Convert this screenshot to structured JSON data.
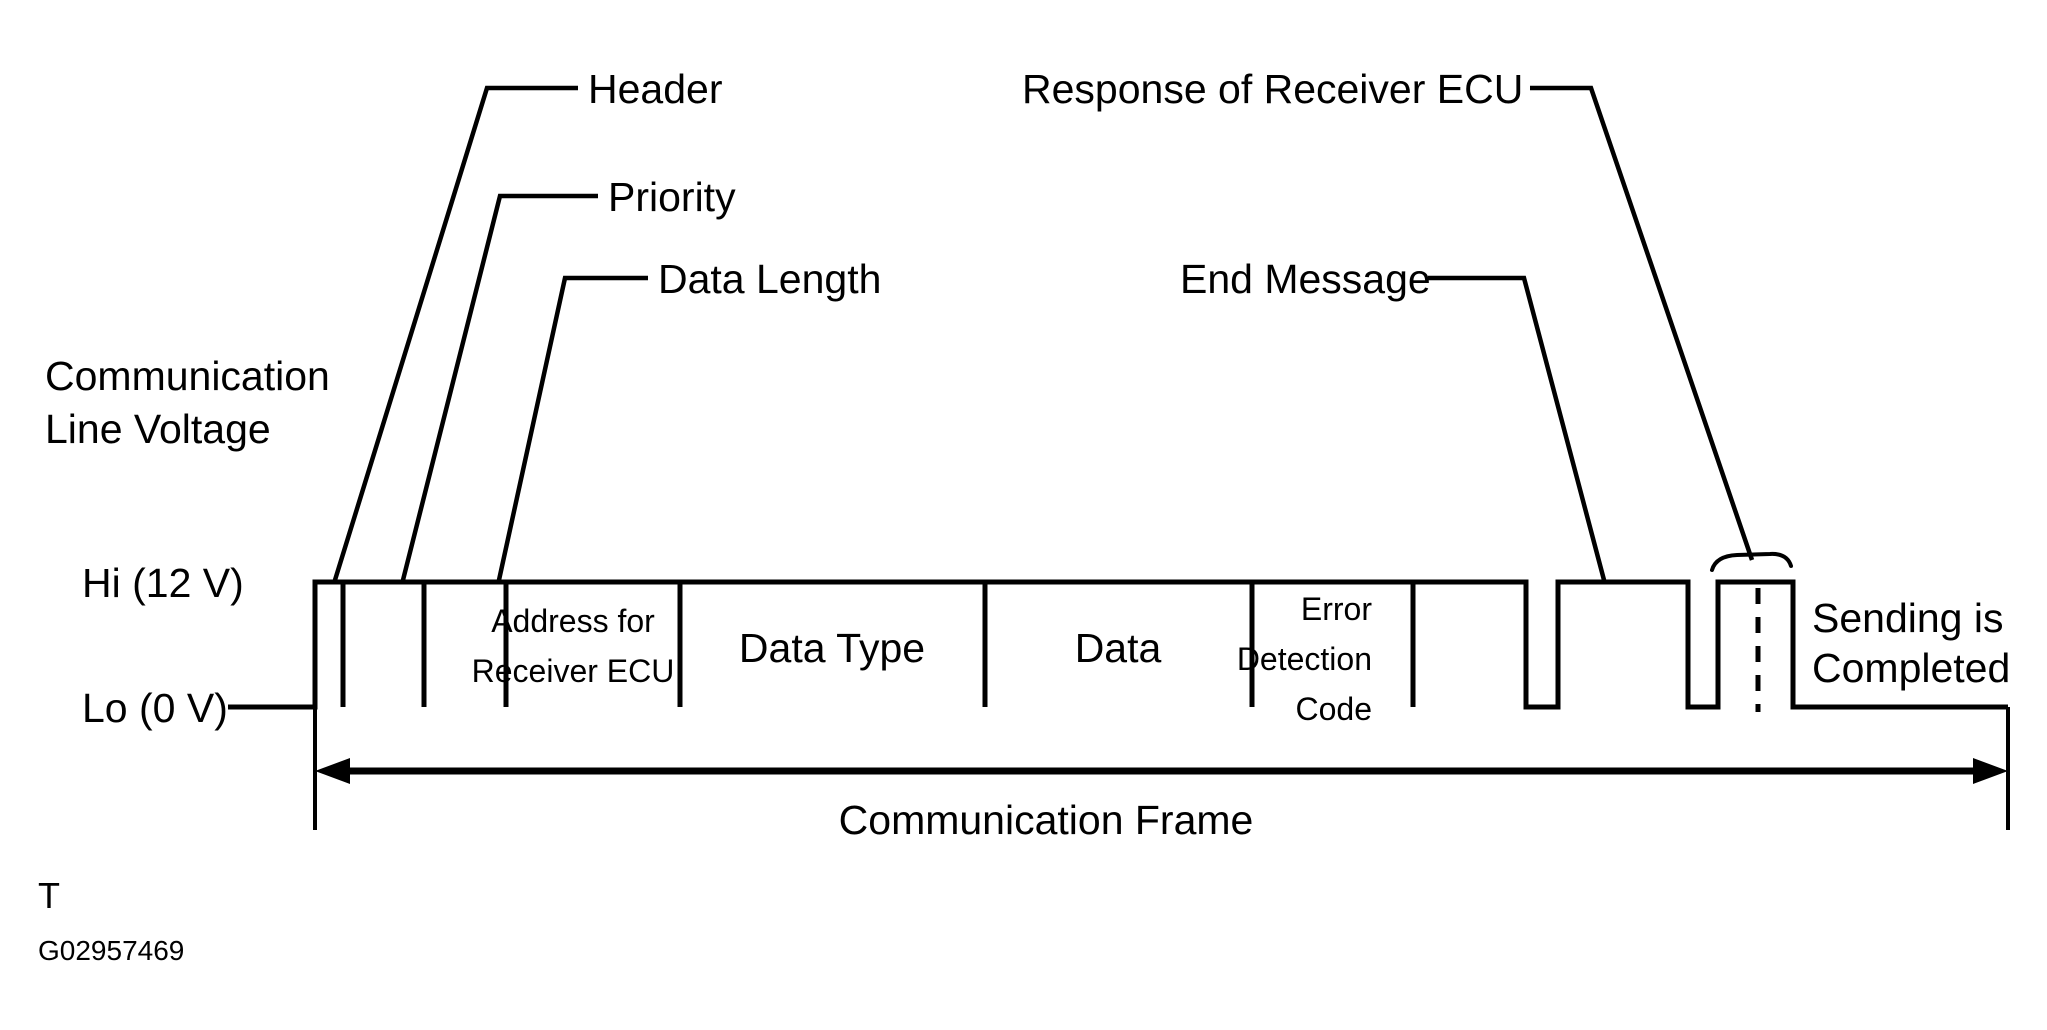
{
  "diagram": {
    "title_code_mark": "T",
    "figure_id": "G02957469",
    "axis": {
      "side_label_line1": "Communication",
      "side_label_line2": "Line Voltage",
      "hi_label": "Hi (12 V)",
      "lo_label": "Lo (0 V)"
    },
    "callouts": [
      {
        "id": "header",
        "label": "Header"
      },
      {
        "id": "priority",
        "label": "Priority"
      },
      {
        "id": "datalen",
        "label": "Data Length"
      },
      {
        "id": "endmsg",
        "label": "End Message"
      },
      {
        "id": "response",
        "label": "Response of Receiver ECU"
      }
    ],
    "frame_cells": [
      {
        "id": "cell-start",
        "label": ""
      },
      {
        "id": "cell-priority",
        "label": ""
      },
      {
        "id": "cell-datalen",
        "label": ""
      },
      {
        "id": "cell-address",
        "label_line1": "Address for",
        "label_line2": "Receiver ECU"
      },
      {
        "id": "cell-datatype",
        "label": "Data Type"
      },
      {
        "id": "cell-data",
        "label": "Data"
      },
      {
        "id": "cell-edc",
        "label_line1": "Error",
        "label_line2": "Detection",
        "label_line3": "Code"
      }
    ],
    "annotations": {
      "sending_line1": "Sending is",
      "sending_line2": "Completed",
      "frame_span_label": "Communication Frame"
    },
    "colors": {
      "stroke": "#000000",
      "background": "#ffffff",
      "text": "#000000"
    }
  }
}
